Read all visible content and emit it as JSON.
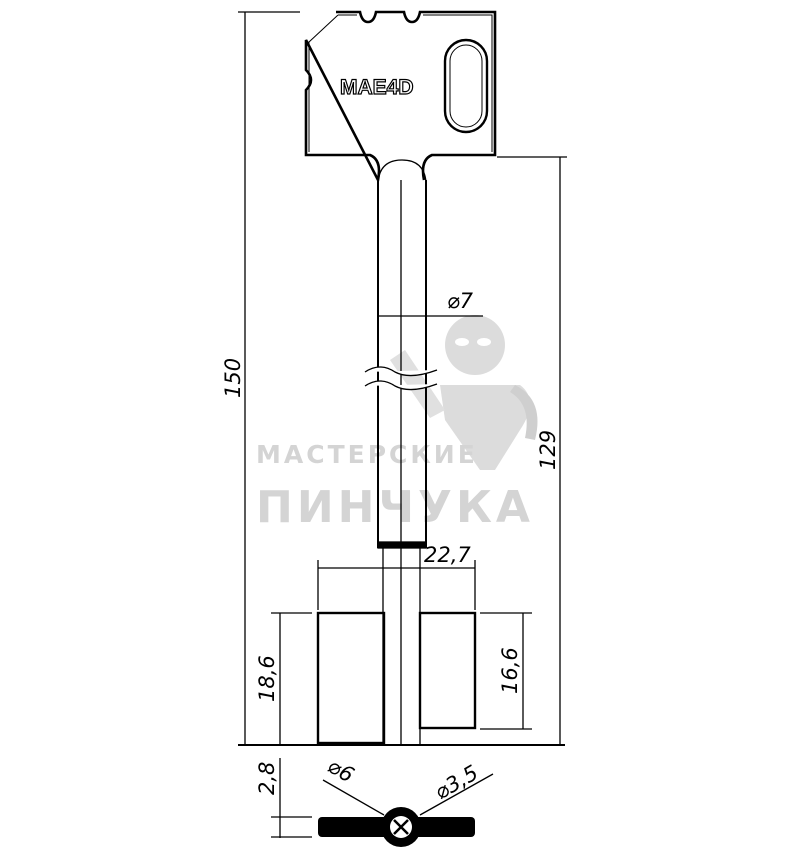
{
  "drawing": {
    "title": "Key blank technical drawing",
    "key_marking": "MAE4D",
    "dimensions": {
      "total_length": "150",
      "shank_length": "129",
      "shank_diameter": "⌀7",
      "bit_span": "22,7",
      "left_bit_height": "18,6",
      "right_bit_height": "16,6",
      "bit_thickness": "2,8",
      "tip_outer_diameter": "⌀6",
      "tip_hole_diameter": "⌀3,5"
    },
    "watermark": {
      "line1": "МАСТЕРСКИЕ",
      "line2": "ПИНЧУКА"
    },
    "colors": {
      "line": "#000000",
      "watermark": "#d4d4d4"
    }
  }
}
